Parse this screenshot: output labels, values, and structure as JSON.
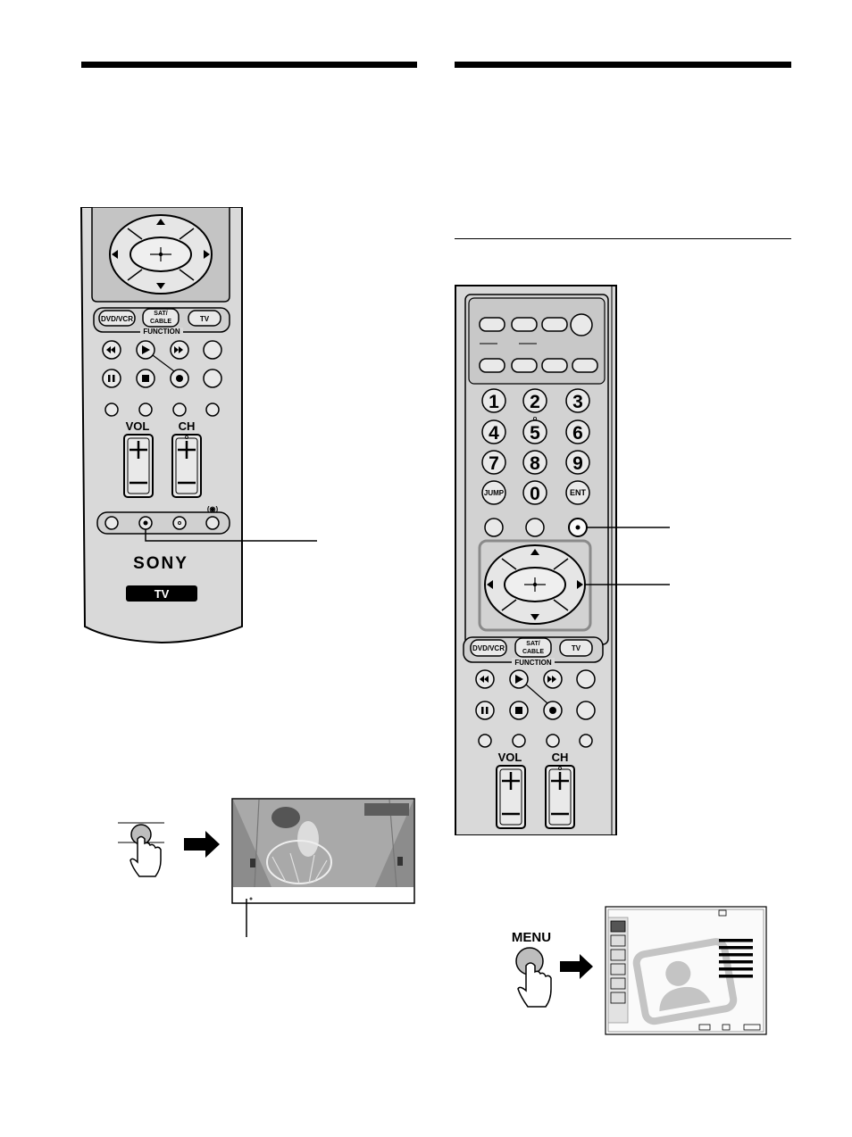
{
  "remote_left": {
    "function_buttons": [
      "DVD/VCR",
      "SAT/ CABLE",
      "TV"
    ],
    "function_label": "FUNCTION",
    "vol_label": "VOL",
    "ch_label": "CH",
    "brand": "SONY",
    "badge": "TV"
  },
  "remote_right": {
    "numbers": [
      "1",
      "2",
      "3",
      "4",
      "5",
      "6",
      "7",
      "8",
      "9",
      "JUMP",
      "0",
      "ENT"
    ],
    "function_buttons": [
      "DVD/VCR",
      "SAT/ CABLE",
      "TV"
    ],
    "function_label": "FUNCTION",
    "vol_label": "VOL",
    "ch_label": "CH"
  },
  "menu_illustration": {
    "button_label": "MENU",
    "footer_icons": [
      "select-icon",
      "move-icon",
      "menu-icon"
    ]
  },
  "colors": {
    "remote_body": "#d9d9d9",
    "remote_panel": "#c8c8c8",
    "ink": "#000000"
  }
}
